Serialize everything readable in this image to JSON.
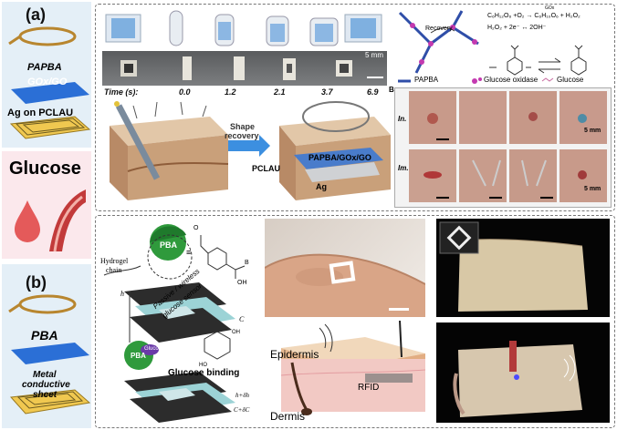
{
  "panel_a": {
    "label": "(a)",
    "layers": {
      "top": "PAPBA",
      "mid": "GOx/GO",
      "bottom": "Ag on PCLAU"
    }
  },
  "glucose_box": {
    "title": "Glucose"
  },
  "panel_b": {
    "label": "(b)",
    "layers": {
      "top": "PBA",
      "bottom_l1": "Metal",
      "bottom_l2": "conductive",
      "bottom_l3": "sheet"
    }
  },
  "shape_recovery": {
    "time_label": "Time (s):",
    "times": [
      "0.0",
      "1.2",
      "2.1",
      "3.7",
      "6.9"
    ],
    "scale": "5 mm",
    "arrow_label_1": "Shape",
    "arrow_label_2": "recovery",
    "pclau": "PCLAU",
    "papba": "PAPBA/GOx/GO",
    "ag": "Ag"
  },
  "reaction": {
    "recovery": "Recovery",
    "eq1": "C₆H₁₂O₆ +O₂ → C₆H₁₀O₆ + H₂O₂",
    "eq_over": "GOx",
    "eq2": "H₂O₂ + 2e⁻ ↔ 2OH⁻",
    "legend": {
      "papba": "PAPBA",
      "gox": "Glucose oxidase",
      "glucose": "Glucose"
    }
  },
  "wound": {
    "b_label": "B",
    "row_in": "In.",
    "row_im": "Im.",
    "scale1": "5 mm",
    "scale2": "5 mm"
  },
  "sensor": {
    "pba": "PBA",
    "hydrogel_1": "Hydrogel",
    "hydrogel_2": "chain",
    "h": "h",
    "passive_1": "Passive / wireless",
    "passive_2": "glucose sensor",
    "c": "C",
    "glucose_tag": "Glucose",
    "binding": "Glucose binding",
    "h_dh": "h+δh",
    "c_dc": "C+δC"
  },
  "skin": {
    "epidermis": "Epidermis",
    "dermis": "Dermis",
    "rfid": "RFID"
  }
}
